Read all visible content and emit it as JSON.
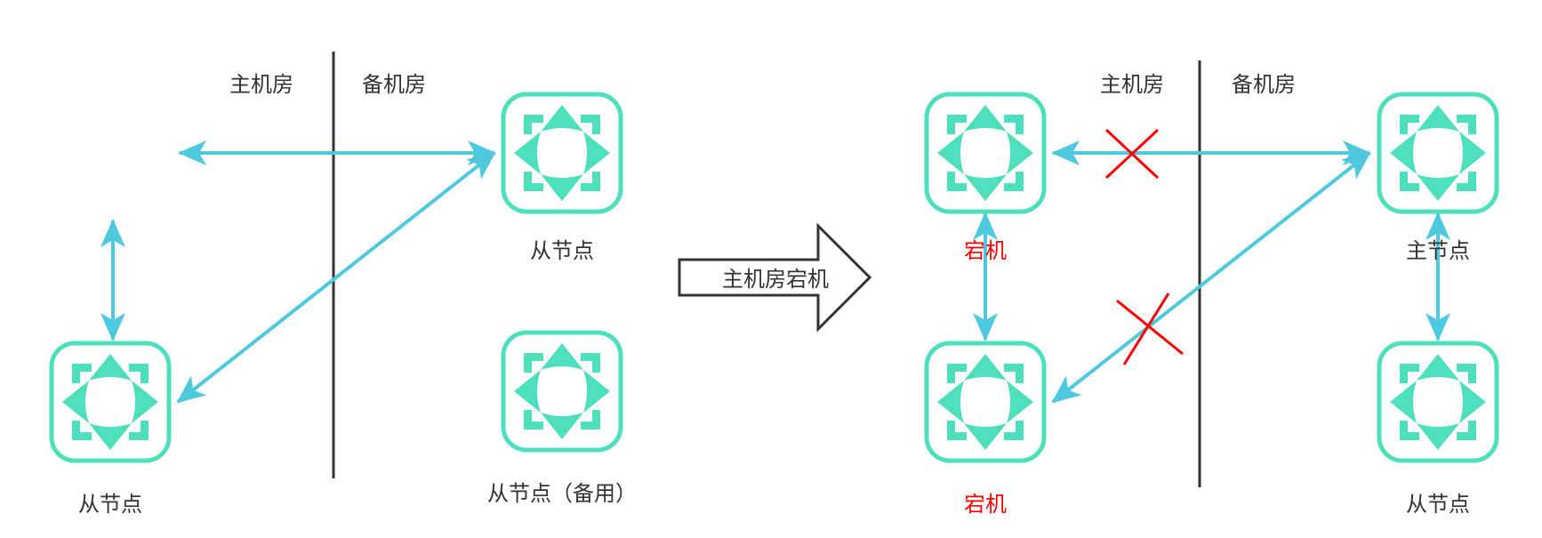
{
  "left": {
    "zone_main": "主机房",
    "zone_backup": "备机房",
    "node_top_right": "从节点",
    "node_bottom_left": "从节点",
    "node_bottom_right": "从节点（备用）"
  },
  "transition": {
    "label": "主机房宕机"
  },
  "right": {
    "zone_main": "主机房",
    "zone_backup": "备机房",
    "node_top_left": "宕机",
    "node_bottom_left": "宕机",
    "node_top_right": "主节点",
    "node_bottom_right": "从节点"
  },
  "colors": {
    "node_fill": "#4ee0bd",
    "connector": "#4ec9de",
    "divider": "#333333",
    "failure": "#ff0000",
    "down_label": "#ff0000"
  }
}
